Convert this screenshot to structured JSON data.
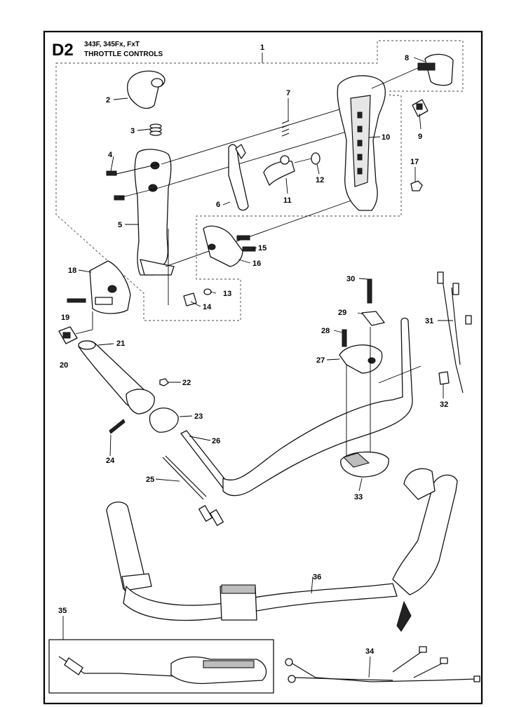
{
  "header": {
    "section_code": "D2",
    "models": "343F, 345Fx, FxT",
    "title": "THROTTLE CONTROLS"
  },
  "callouts": [
    "1",
    "2",
    "3",
    "4",
    "5",
    "6",
    "7",
    "8",
    "9",
    "10",
    "11",
    "12",
    "13",
    "14",
    "15",
    "16",
    "17",
    "18",
    "19",
    "20",
    "21",
    "22",
    "23",
    "24",
    "25",
    "26",
    "27",
    "28",
    "29",
    "30",
    "31",
    "32",
    "33",
    "34",
    "35",
    "36"
  ]
}
